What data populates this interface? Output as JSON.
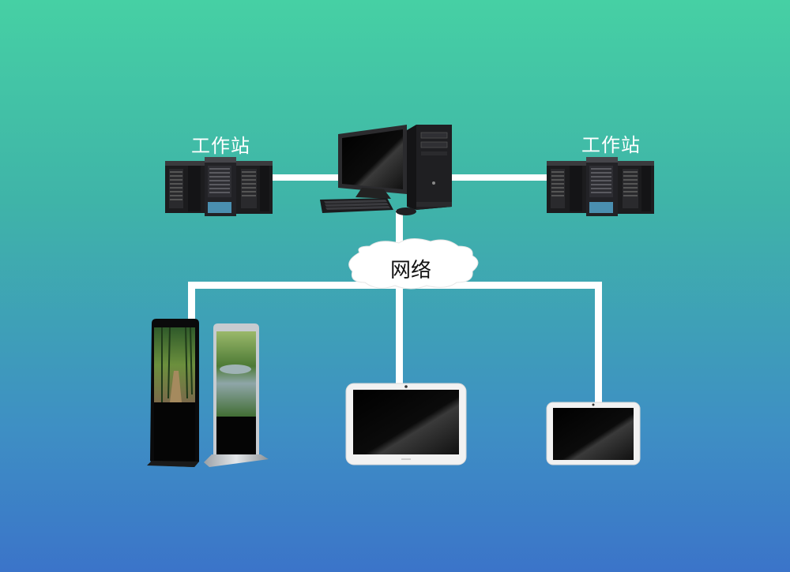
{
  "left_workstation_label": "工作站",
  "right_workstation_label": "工作站",
  "network_label": "网络",
  "colors": {
    "bg_top": "#46d0a4",
    "bg_bottom": "#3b74c9",
    "connector": "#ffffff",
    "screen": "#050505",
    "server_body": "#1c1c1e"
  },
  "nodes": [
    {
      "id": "left-workstation",
      "icon": "server-rack-icon"
    },
    {
      "id": "central-computer",
      "icon": "desktop-computer-icon"
    },
    {
      "id": "right-workstation",
      "icon": "server-rack-icon"
    },
    {
      "id": "network-cloud",
      "icon": "cloud-icon"
    },
    {
      "id": "kiosk-displays",
      "icon": "kiosk-display-icon"
    },
    {
      "id": "large-tablet",
      "icon": "tablet-icon"
    },
    {
      "id": "small-tablet",
      "icon": "tablet-icon"
    }
  ]
}
